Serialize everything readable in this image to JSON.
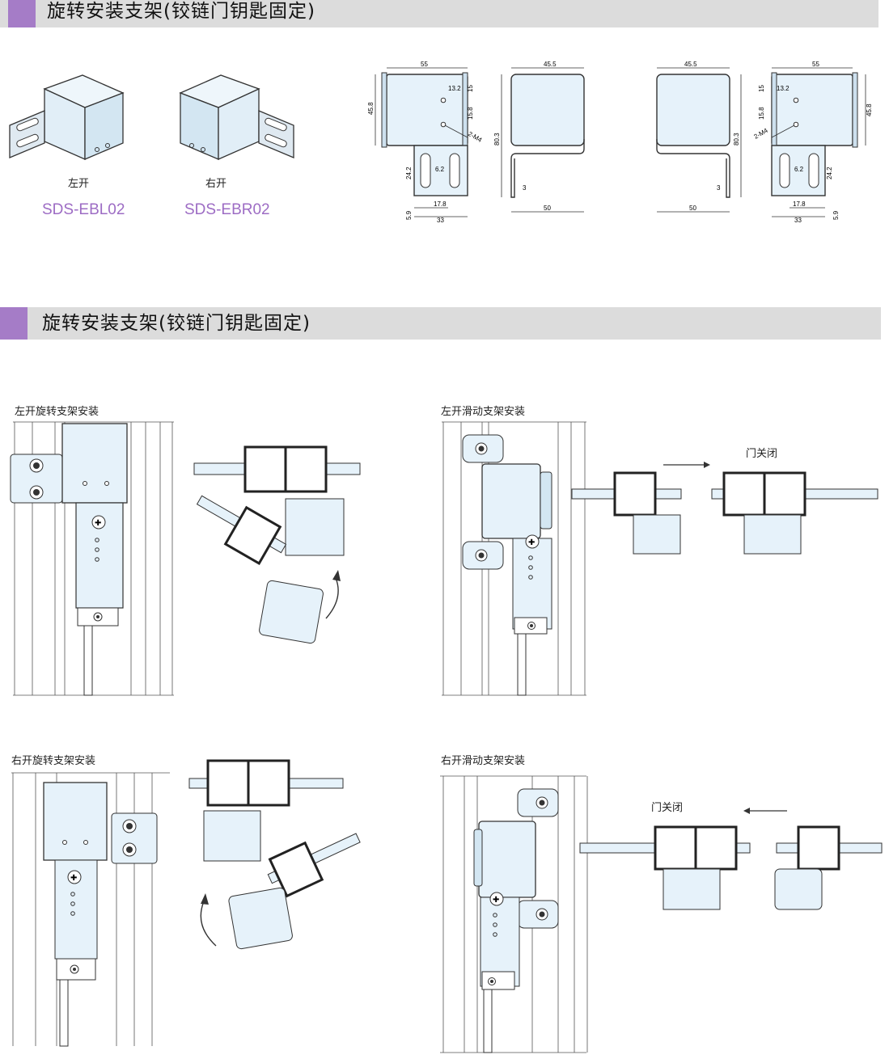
{
  "section1": {
    "title": "旋转安装支架(铰链门钥匙固定)",
    "products": [
      {
        "caption": "左开",
        "code": "SDS-EBL02"
      },
      {
        "caption": "右开",
        "code": "SDS-EBR02"
      }
    ],
    "dims_left": {
      "top_width": "55",
      "side_height": "45.8",
      "hole_x": "13.2",
      "hole_y1": "15",
      "hole_y2": "15.8",
      "thread": "2-M4",
      "slot_h": "24.2",
      "slot_w": "6.2",
      "base_17": "17.8",
      "base_33": "33",
      "base_off": "5.9"
    },
    "dims_side": {
      "width": "45.5",
      "height": "80.3",
      "thick": "3",
      "depth": "50"
    }
  },
  "section2": {
    "title": "旋转安装支架(铰链门钥匙固定)",
    "panels": [
      {
        "label": "左开旋转支架安装"
      },
      {
        "label": "左开滑动支架安装",
        "note": "门关闭"
      },
      {
        "label": "右开旋转支架安装"
      },
      {
        "label": "右开滑动支架安装",
        "note": "门关闭"
      }
    ]
  },
  "colors": {
    "accent": "#a57cc7",
    "banner_bg": "#dcdcdc",
    "part_fill": "#e6f2fa",
    "code_text": "#9d6cc4"
  }
}
